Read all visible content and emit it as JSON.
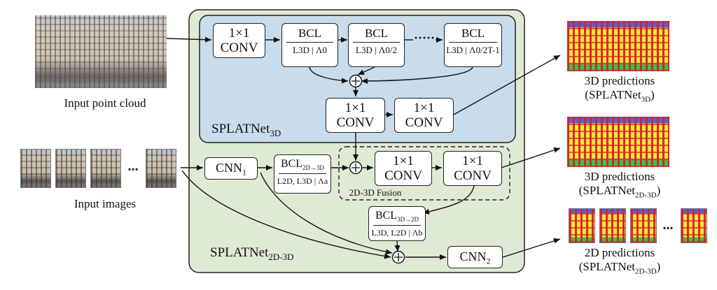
{
  "inputs": {
    "point_cloud_label": "Input point cloud",
    "images_label": "Input images",
    "ellipsis": "..."
  },
  "splatnet3d": {
    "title_main": "SPLATNet",
    "title_sub": "3D",
    "conv1": [
      "1×1",
      "CONV"
    ],
    "bcl1": {
      "top": "BCL",
      "bottom": "L3D | Λ0"
    },
    "bcl2": {
      "top": "BCL",
      "bottom": "L3D | Λ0/2"
    },
    "bcl3": {
      "top": "BCL",
      "bottom": "L3D | Λ0/2T-1"
    },
    "dots": "·····",
    "conv2": [
      "1×1",
      "CONV"
    ],
    "conv3": [
      "1×1",
      "CONV"
    ]
  },
  "splatnet2d3d": {
    "title_main": "SPLATNet",
    "title_sub": "2D-3D",
    "cnn1": {
      "main": "CNN",
      "sub": "1"
    },
    "bcl_2d3d": {
      "top_main": "BCL",
      "top_sub": "2D→3D",
      "bottom": "L2D, L3D | Λa"
    },
    "fusion_conv1": [
      "1×1",
      "CONV"
    ],
    "fusion_conv2": [
      "1×1",
      "CONV"
    ],
    "fusion_label": "2D-3D Fusion",
    "bcl_3d2d": {
      "top_main": "BCL",
      "top_sub": "3D→2D",
      "bottom": "L3D, L2D | Λb"
    },
    "cnn2": {
      "main": "CNN",
      "sub": "2"
    }
  },
  "outputs": {
    "pred3d_a": {
      "line1": "3D predictions",
      "line2_main": "(SPLATNet",
      "line2_sub": "3D",
      "line2_end": ")"
    },
    "pred3d_b": {
      "line1": "3D predictions",
      "line2_main": "(SPLATNet",
      "line2_sub": "2D-3D",
      "line2_end": ")"
    },
    "pred2d": {
      "line1": "2D predictions",
      "line2_main": "(SPLATNet",
      "line2_sub": "2D-3D",
      "line2_end": ")"
    },
    "ellipsis": "..."
  },
  "colors": {
    "outer_panel": "#dfead4",
    "inner_panel": "#c9dcec",
    "stroke": "#222222"
  }
}
